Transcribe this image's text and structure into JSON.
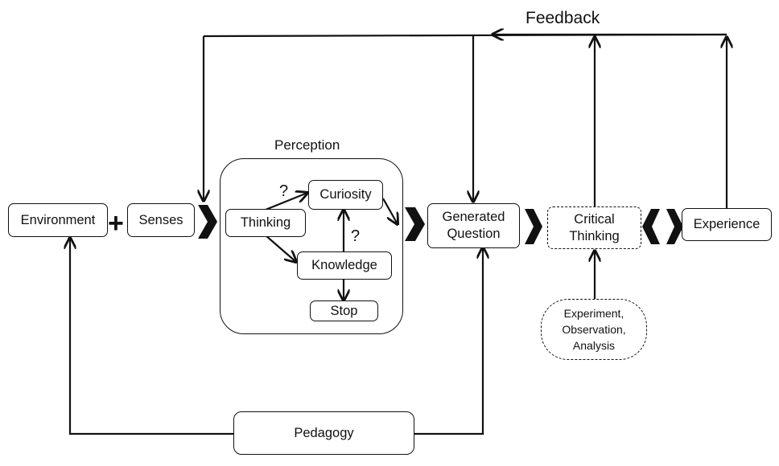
{
  "title": "Feedback",
  "nodes": {
    "environment": "Environment",
    "plus": "+",
    "senses": "Senses",
    "perception_label": "Perception",
    "thinking": "Thinking",
    "curiosity": "Curiosity",
    "knowledge": "Knowledge",
    "stop": "Stop",
    "question_1": "?",
    "question_2": "?",
    "generated_question_line1": "Generated",
    "generated_question_line2": "Question",
    "critical_thinking_line1": "Critical",
    "critical_thinking_line2": "Thinking",
    "experience": "Experience",
    "experiment_line1": "Experiment,",
    "experiment_line2": "Observation,",
    "experiment_line3": "Analysis",
    "pedagogy": "Pedagogy"
  }
}
